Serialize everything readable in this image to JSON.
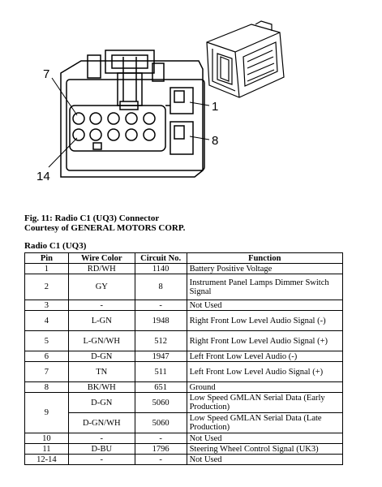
{
  "figure": {
    "callouts": {
      "pin_7": "7",
      "pin_14": "14",
      "pin_1": "1",
      "pin_8": "8"
    }
  },
  "caption": {
    "line1": "Fig. 11: Radio C1 (UQ3) Connector",
    "line2": "Courtesy of GENERAL MOTORS CORP."
  },
  "table": {
    "title": "Radio C1 (UQ3)",
    "headers": [
      "Pin",
      "Wire Color",
      "Circuit No.",
      "Function"
    ],
    "rows": [
      {
        "pin": "1",
        "wire": "RD/WH",
        "circuit": "1140",
        "function": "Battery Positive Voltage"
      },
      {
        "pin": "2",
        "wire": "GY",
        "circuit": "8",
        "function": "Instrument Panel Lamps Dimmer Switch Signal"
      },
      {
        "pin": "3",
        "wire": "-",
        "circuit": "-",
        "function": "Not Used"
      },
      {
        "pin": "4",
        "wire": "L-GN",
        "circuit": "1948",
        "function": "Right Front Low Level Audio Signal (-)"
      },
      {
        "pin": "5",
        "wire": "L-GN/WH",
        "circuit": "512",
        "function": "Right Front Low Level Audio Signal (+)"
      },
      {
        "pin": "6",
        "wire": "D-GN",
        "circuit": "1947",
        "function": "Left Front Low Level Audio (-)"
      },
      {
        "pin": "7",
        "wire": "TN",
        "circuit": "511",
        "function": "Left Front Low Level Audio Signal (+)"
      },
      {
        "pin": "8",
        "wire": "BK/WH",
        "circuit": "651",
        "function": "Ground"
      },
      {
        "pin": "9",
        "wire": "D-GN",
        "circuit": "5060",
        "function": "Low Speed GMLAN Serial Data (Early Production)"
      },
      {
        "pin": "",
        "wire": "D-GN/WH",
        "circuit": "5060",
        "function": "Low Speed GMLAN Serial Data (Late Production)"
      },
      {
        "pin": "10",
        "wire": "-",
        "circuit": "-",
        "function": "Not Used"
      },
      {
        "pin": "11",
        "wire": "D-BU",
        "circuit": "1796",
        "function": "Steering Wheel Control Signal (UK3)"
      },
      {
        "pin": "12-14",
        "wire": "-",
        "circuit": "-",
        "function": "Not Used"
      }
    ]
  }
}
